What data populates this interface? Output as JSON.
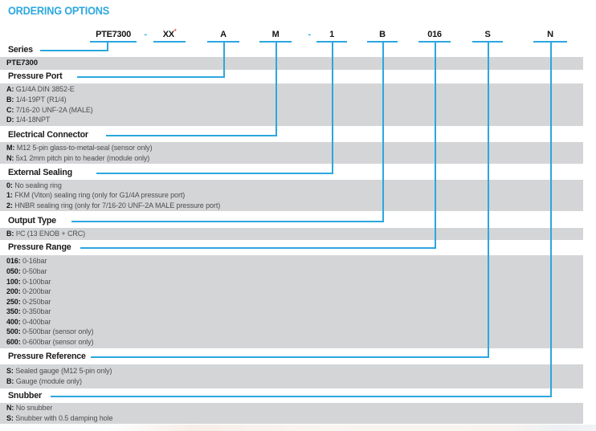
{
  "title": "ORDERING OPTIONS",
  "colors": {
    "accent": "#2BA7DF",
    "band": "#D4D5D7",
    "asterisk": "#E6392B"
  },
  "part_code": [
    {
      "text": "PTE7300"
    },
    {
      "text": "-",
      "dash": true
    },
    {
      "text": "XX",
      "asterisk": "*"
    },
    {
      "text": "A"
    },
    {
      "text": "M"
    },
    {
      "text": "-",
      "dash": true
    },
    {
      "text": "1"
    },
    {
      "text": "B"
    },
    {
      "text": "016"
    },
    {
      "text": "S"
    },
    {
      "text": "N"
    }
  ],
  "sections": [
    {
      "label": "Series",
      "options": [
        {
          "key": "PTE7300",
          "desc": ""
        }
      ]
    },
    {
      "label": "Pressure Port",
      "options": [
        {
          "key": "A",
          "desc": "G1/4A DIN 3852-E"
        },
        {
          "key": "B",
          "desc": "1/4-19PT (R1/4)"
        },
        {
          "key": "C",
          "desc": "7/16-20 UNF-2A (MALE)"
        },
        {
          "key": "D",
          "desc": "1/4-18NPT"
        }
      ]
    },
    {
      "label": "Electrical Connector",
      "options": [
        {
          "key": "M",
          "desc": "M12 5-pin glass-to-metal-seal (sensor only)"
        },
        {
          "key": "N",
          "desc": "5x1 2mm pitch pin to header (module only)"
        }
      ]
    },
    {
      "label": "External Sealing",
      "options": [
        {
          "key": "0",
          "desc": "No sealing ring"
        },
        {
          "key": "1",
          "desc": "FKM (Viton) sealing ring (only for G1/4A pressure port)"
        },
        {
          "key": "2",
          "desc": "HNBR sealing ring (only for 7/16-20 UNF-2A MALE pressure port)"
        }
      ]
    },
    {
      "label": "Output Type",
      "options": [
        {
          "key": "B",
          "desc": "I²C (13 ENOB + CRC)"
        }
      ]
    },
    {
      "label": "Pressure Range",
      "options": [
        {
          "key": "016",
          "desc": "0-16bar"
        },
        {
          "key": "050",
          "desc": "0-50bar"
        },
        {
          "key": "100",
          "desc": "0-100bar"
        },
        {
          "key": "200",
          "desc": "0-200bar"
        },
        {
          "key": "250",
          "desc": "0-250bar"
        },
        {
          "key": "350",
          "desc": "0-350bar"
        },
        {
          "key": "400",
          "desc": "0-400bar"
        },
        {
          "key": "500",
          "desc": "0-500bar (sensor only)"
        },
        {
          "key": "600",
          "desc": "0-600bar (sensor only)"
        }
      ]
    },
    {
      "label": "Pressure Reference",
      "options": [
        {
          "key": "S",
          "desc": "Sealed gauge (M12 5-pin only)"
        },
        {
          "key": "B",
          "desc": "Gauge (module only)"
        }
      ]
    },
    {
      "label": "Snubber",
      "options": [
        {
          "key": "N",
          "desc": "No snubber"
        },
        {
          "key": "S",
          "desc": "Snubber with 0.5 damping hole"
        }
      ]
    }
  ]
}
